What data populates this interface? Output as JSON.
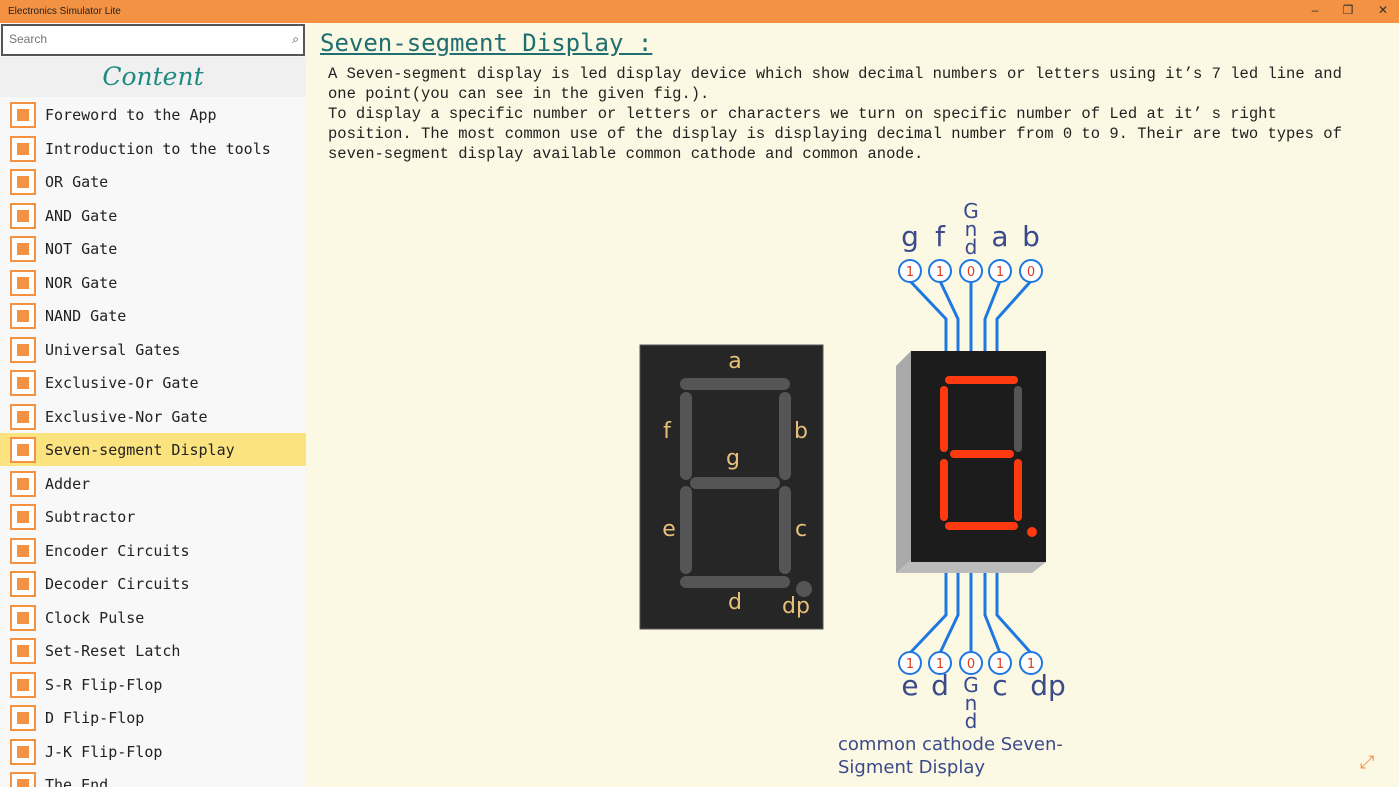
{
  "window": {
    "title": "Electronics Simulator Lite",
    "minimize": "–",
    "restore": "❐",
    "close": "✕"
  },
  "sidebar": {
    "search_placeholder": "Search",
    "heading": "Content",
    "selected_index": 10,
    "items": [
      {
        "label": "Foreword to the App"
      },
      {
        "label": "Introduction to the tools"
      },
      {
        "label": "OR Gate"
      },
      {
        "label": "AND Gate"
      },
      {
        "label": "NOT Gate"
      },
      {
        "label": "NOR Gate"
      },
      {
        "label": "NAND Gate"
      },
      {
        "label": "Universal Gates"
      },
      {
        "label": "Exclusive-Or Gate"
      },
      {
        "label": "Exclusive-Nor Gate"
      },
      {
        "label": "Seven-segment Display"
      },
      {
        "label": "Adder"
      },
      {
        "label": "Subtractor"
      },
      {
        "label": "Encoder Circuits"
      },
      {
        "label": "Decoder Circuits"
      },
      {
        "label": "Clock Pulse"
      },
      {
        "label": "Set-Reset Latch"
      },
      {
        "label": "S-R Flip-Flop"
      },
      {
        "label": "D Flip-Flop"
      },
      {
        "label": "J-K Flip-Flop"
      },
      {
        "label": "The End"
      }
    ]
  },
  "main": {
    "title": "Seven-segment Display :",
    "paragraph1": "A Seven-segment display is led display device which show decimal numbers or letters using it’s 7 led line and one point(you can see in the given fig.).",
    "paragraph2": "To display a specific number or letters or characters we turn on specific number of Led at it’ s right position. The most common use of the display is displaying decimal number from 0 to 9. Their are two types of seven-segment display available common cathode and common anode.",
    "figure": {
      "segment_labels": {
        "a": "a",
        "b": "b",
        "c": "c",
        "d": "d",
        "e": "e",
        "f": "f",
        "g": "g",
        "dp": "dp"
      },
      "top_pins": [
        {
          "label": "g",
          "value": "1"
        },
        {
          "label": "f",
          "value": "1"
        },
        {
          "label": "Gnd",
          "value": "0"
        },
        {
          "label": "a",
          "value": "1"
        },
        {
          "label": "b",
          "value": "0"
        }
      ],
      "bottom_pins": [
        {
          "label": "e",
          "value": "1"
        },
        {
          "label": "d",
          "value": "1"
        },
        {
          "label": "Gnd",
          "value": "0"
        },
        {
          "label": "c",
          "value": "1"
        },
        {
          "label": "dp",
          "value": "1"
        }
      ],
      "caption_line1": "common cathode Seven-",
      "caption_line2": "Sigment Display",
      "colors": {
        "on": "#ff3a10",
        "off": "#555555",
        "wire": "#1f78e0",
        "label": "#3b4a8a",
        "pin_value": "#e03a1a",
        "segment_label": "#e8c07a"
      }
    }
  },
  "colors": {
    "accent": "#f39243",
    "selected": "#fbe480",
    "title": "#1f6e70"
  }
}
